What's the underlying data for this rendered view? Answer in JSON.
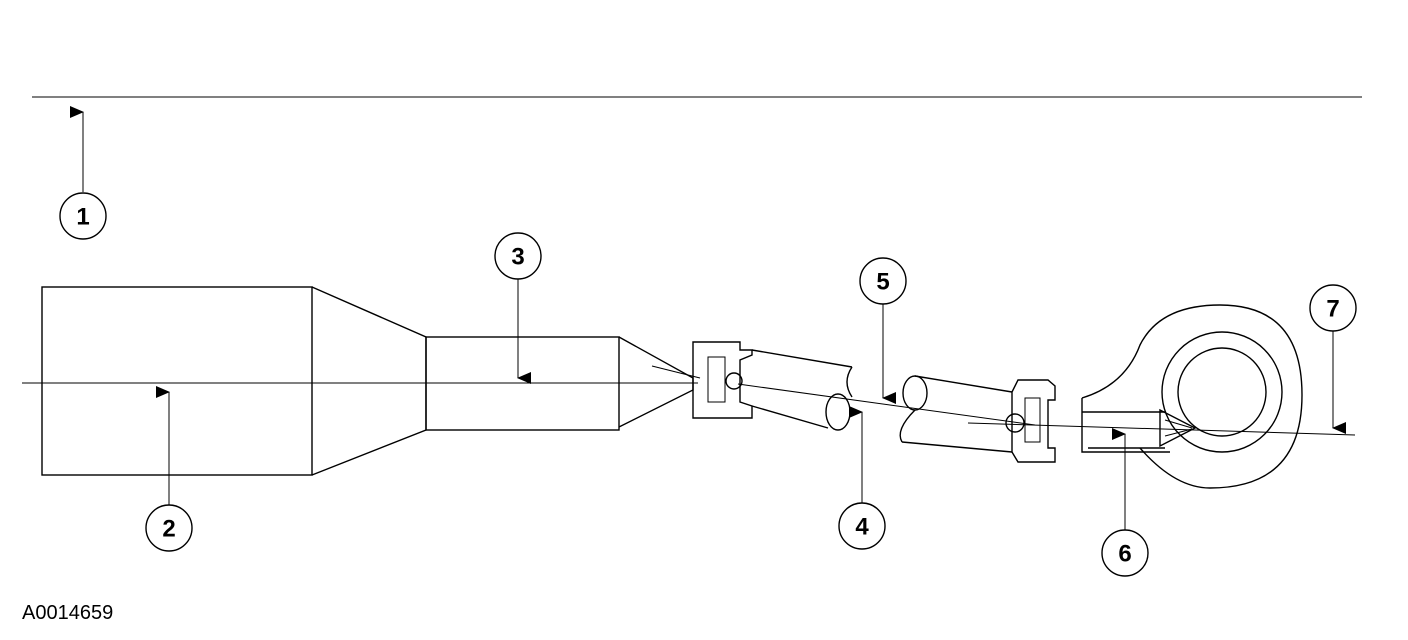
{
  "figure_id": "A0014659",
  "callouts": [
    {
      "number": "1"
    },
    {
      "number": "2"
    },
    {
      "number": "3"
    },
    {
      "number": "4"
    },
    {
      "number": "5"
    },
    {
      "number": "6"
    },
    {
      "number": "7"
    }
  ]
}
